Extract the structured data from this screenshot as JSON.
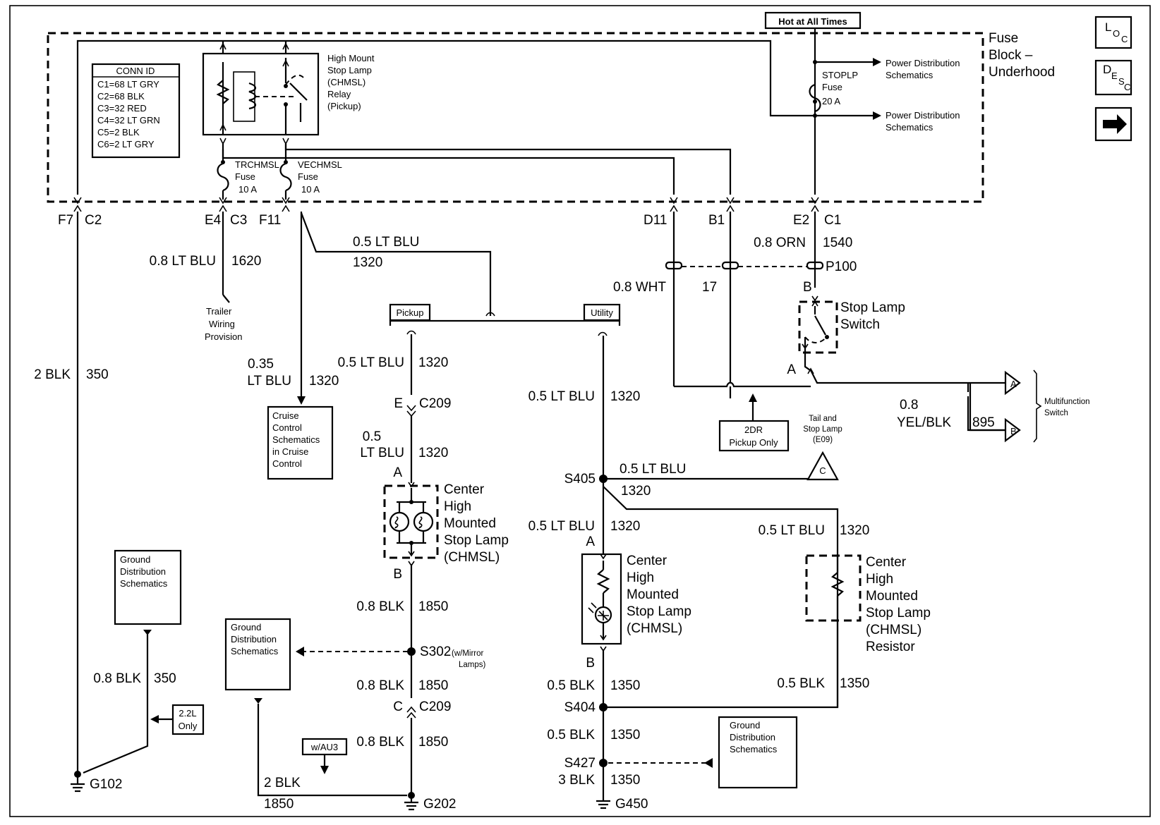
{
  "nav": {
    "loc": "L",
    "loc_sub": "O",
    "loc_sub2": "C",
    "desc": "D",
    "desc_sub": "E",
    "desc_sub2": "S",
    "desc_sub3": "C"
  },
  "header": {
    "hot": "Hot at All Times",
    "fuse_block": [
      "Fuse",
      "Block –",
      "Underhood"
    ]
  },
  "conn_id": {
    "title": "CONN ID",
    "rows": [
      "C1=68 LT GRY",
      "C2=68 BLK",
      "C3=32 RED",
      "C4=32 LT GRN",
      "C5=2 BLK",
      "C6=2 LT GRY"
    ]
  },
  "relay": {
    "lines": [
      "High Mount",
      "Stop Lamp",
      "(CHMSL)",
      "Relay",
      "(Pickup)"
    ]
  },
  "fuses": {
    "trchmsl": [
      "TRCHMSL",
      "Fuse",
      "10 A"
    ],
    "vechmsl": [
      "VECHMSL",
      "Fuse",
      "10 A"
    ],
    "stoplp": [
      "STOPLP",
      "Fuse",
      "20 A"
    ]
  },
  "power_dist": {
    "a": [
      "Power Distribution",
      "Schematics"
    ],
    "b": [
      "Power Distribution",
      "Schematics"
    ]
  },
  "pins": {
    "f7": "F7",
    "c2": "C2",
    "e4": "E4",
    "c3": "C3",
    "f11": "F11",
    "d11": "D11",
    "b1": "B1",
    "e2": "E2",
    "c1": "C1"
  },
  "wires": {
    "w2blk350": [
      "2 BLK",
      "350"
    ],
    "w08ltblu1620": [
      "0.8 LT BLU",
      "1620"
    ],
    "w035": [
      "0.35",
      "LT BLU",
      "1320"
    ],
    "w05top": [
      "0.5 LT BLU",
      "1320"
    ],
    "w08orn": [
      "0.8 ORN",
      "1540"
    ],
    "w08wht": [
      "0.8 WHT",
      "17"
    ],
    "w05pick": [
      "0.5 LT BLU",
      "1320"
    ],
    "w05pick2": [
      "0.5",
      "LT BLU",
      "1320"
    ],
    "w05util": [
      "0.5 LT BLU",
      "1320"
    ],
    "w05s405": [
      "0.5 LT BLU",
      "1320"
    ],
    "w05util2": [
      "0.5 LT BLU",
      "1320"
    ],
    "w05res": [
      "0.5 LT BLU",
      "1320"
    ],
    "w08blk1850a": [
      "0.8 BLK",
      "1850"
    ],
    "w08blk1850b": [
      "0.8 BLK",
      "1850"
    ],
    "w08blk1850c": [
      "0.8 BLK",
      "1850"
    ],
    "w08blk350": [
      "0.8 BLK",
      "350"
    ],
    "w2blk1850": [
      "2 BLK",
      "1850"
    ],
    "w05blk1350a": [
      "0.5 BLK",
      "1350"
    ],
    "w05blk1350b": [
      "0.5 BLK",
      "1350"
    ],
    "w05blk1350c": [
      "0.5 BLK",
      "1350"
    ],
    "w3blk1350": [
      "3 BLK",
      "1350"
    ],
    "w08yel": [
      "0.8",
      "YEL/BLK",
      "895"
    ]
  },
  "labels": {
    "p100": "P100",
    "trailer": [
      "Trailer",
      "Wiring",
      "Provision"
    ],
    "cruise": [
      "Cruise",
      "Control",
      "Schematics",
      "in Cruise",
      "Control"
    ],
    "pickup": "Pickup",
    "utility": "Utility",
    "c209e": [
      "E",
      "C209"
    ],
    "c209c": [
      "C",
      "C209"
    ],
    "stop_switch": [
      "Stop Lamp",
      "Switch"
    ],
    "multifunction": [
      "Multifunction",
      "Switch"
    ],
    "tail_stop": [
      "Tail and",
      "Stop Lamp",
      "(E09)"
    ],
    "two_dr": [
      "2DR",
      "Pickup Only"
    ],
    "chmsl_pickup": [
      "Center",
      "High",
      "Mounted",
      "Stop Lamp",
      "(CHMSL)"
    ],
    "chmsl_util": [
      "Center",
      "High",
      "Mounted",
      "Stop Lamp",
      "(CHMSL)"
    ],
    "chmsl_res": [
      "Center",
      "High",
      "Mounted",
      "Stop Lamp",
      "(CHMSL)",
      "Resistor"
    ],
    "ground_dist_a": [
      "Ground",
      "Distribution",
      "Schematics"
    ],
    "ground_dist_b": [
      "Ground",
      "Distribution",
      "Schematics"
    ],
    "ground_dist_c": [
      "Ground",
      "Distribution",
      "Schematics"
    ],
    "only_22l": [
      "2.2L",
      "Only"
    ],
    "wau3": "w/AU3",
    "s302": "S302",
    "s302_note": [
      "(w/Mirror",
      "Lamps)"
    ],
    "s405": "S405",
    "s404": "S404",
    "s427": "S427",
    "g102": "G102",
    "g202": "G202",
    "g450": "G450",
    "pin_a": "A",
    "pin_b": "B",
    "tri_a": "A",
    "tri_b": "B",
    "tri_c": "C"
  }
}
